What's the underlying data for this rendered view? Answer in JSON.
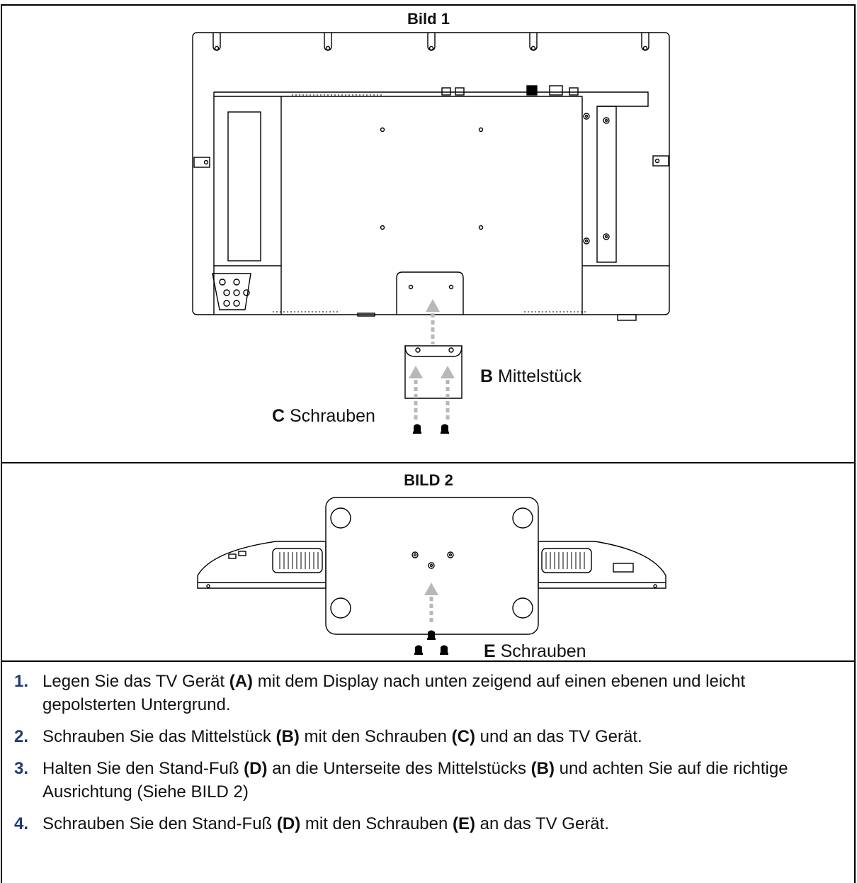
{
  "figure1": {
    "caption": "Bild 1",
    "label_b_letter": "B",
    "label_b_text": " Mittelstück",
    "label_c_letter": "C",
    "label_c_text": " Schrauben"
  },
  "figure2": {
    "caption": "BILD 2",
    "label_e_letter": "E",
    "label_e_text": " Schrauben"
  },
  "steps": [
    {
      "num": "1.",
      "parts": [
        "Legen Sie das TV Gerät ",
        "(A)",
        " mit dem Display nach unten zeigend auf einen ebenen und leicht gepolsterten Untergrund."
      ]
    },
    {
      "num": "2.",
      "parts": [
        "Schrauben Sie das Mittelstück ",
        "(B)",
        " mit den Schrauben ",
        "(C)",
        " und an das TV Gerät."
      ]
    },
    {
      "num": "3.",
      "parts": [
        "Halten Sie den Stand-Fuß ",
        "(D)",
        " an die Unterseite des Mittelstücks ",
        "(B)",
        " und achten Sie auf die richtige Ausrichtung (Siehe BILD 2)"
      ]
    },
    {
      "num": "4.",
      "parts": [
        "Schrauben Sie den Stand-Fuß ",
        "(D)",
        " mit den Schrauben ",
        "(E)",
        " an das TV Gerät."
      ]
    }
  ],
  "colors": {
    "arrow": "#b8b8b8",
    "line": "#000000"
  }
}
